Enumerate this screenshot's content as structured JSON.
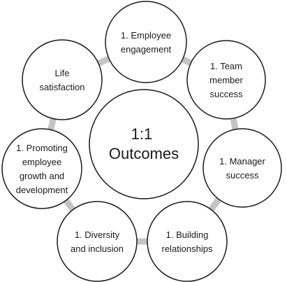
{
  "center": {
    "lines": [
      "1:1",
      "Outcomes"
    ]
  },
  "nodes": [
    {
      "id": "employee-engagement",
      "lines": [
        "1. Employee",
        "engagement"
      ]
    },
    {
      "id": "team-member-success",
      "lines": [
        "1. Team",
        "member",
        "success"
      ]
    },
    {
      "id": "manager-success",
      "lines": [
        "1. Manager",
        "success"
      ]
    },
    {
      "id": "building-relationships",
      "lines": [
        "1. Building",
        "relationships"
      ]
    },
    {
      "id": "diversity-inclusion",
      "lines": [
        "1. Diversity",
        "and inclusion"
      ]
    },
    {
      "id": "promoting-growth",
      "lines": [
        "1. Promoting",
        "employee",
        "growth and",
        "development"
      ]
    },
    {
      "id": "life-satisfaction",
      "lines": [
        "Life",
        "satisfaction"
      ]
    }
  ],
  "colors": {
    "ring": "#c4c4c4",
    "node_stroke": "#1a1a1a",
    "node_fill": "#ffffff",
    "text": "#1a1a1a"
  }
}
